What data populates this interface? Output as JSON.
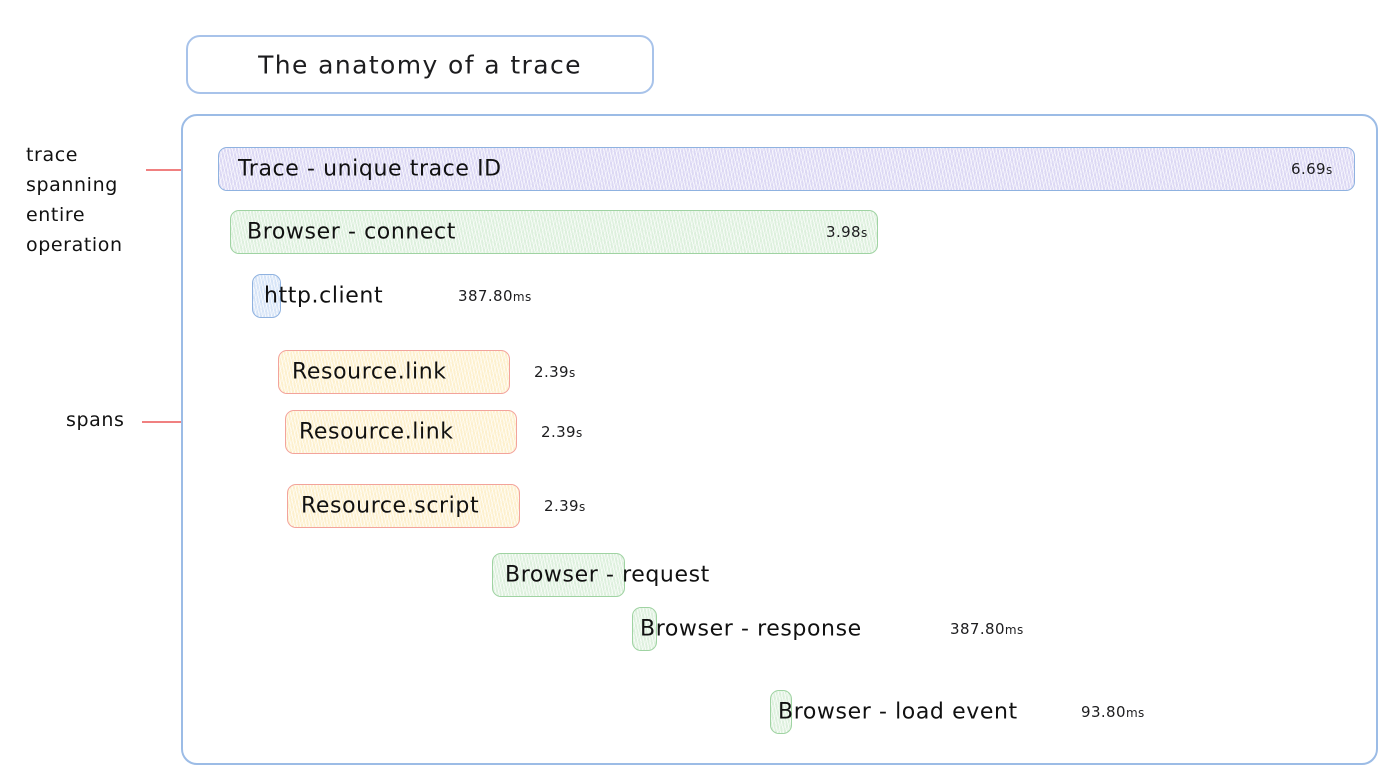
{
  "title": {
    "text": "The anatomy of a trace"
  },
  "annotations": [
    {
      "name": "trace-annotation",
      "text": "trace spanning entire operation",
      "lines": [
        "trace",
        "spanning",
        "entire",
        "operation"
      ]
    },
    {
      "name": "spans-annotation",
      "text": "spans",
      "lines": [
        "spans"
      ]
    }
  ],
  "colors": {
    "frame_border": "#9cbce6",
    "trace_fill": "#dcd8f4",
    "browser_fill": "#ddf0dd",
    "http_fill": "#d6e4f7",
    "resource_fill": "#fdf0cd",
    "resource_border": "#f3a39b",
    "annotation_line": "#f08080"
  },
  "spans": [
    {
      "label": "Trace - unique trace ID",
      "duration": "6.69",
      "unit": "s",
      "color": "purple",
      "depth": 0
    },
    {
      "label": "Browser - connect",
      "duration": "3.98",
      "unit": "s",
      "color": "green",
      "depth": 1
    },
    {
      "label": "http.client",
      "duration": "387.80",
      "unit": "ms",
      "color": "blue",
      "depth": 2
    },
    {
      "label": "Resource.link",
      "duration": "2.39",
      "unit": "s",
      "color": "cream",
      "depth": 3
    },
    {
      "label": "Resource.link",
      "duration": "2.39",
      "unit": "s",
      "color": "cream",
      "depth": 3
    },
    {
      "label": "Resource.script",
      "duration": "2.39",
      "unit": "s",
      "color": "cream",
      "depth": 3
    },
    {
      "label": "Browser - request",
      "duration": "",
      "unit": "",
      "color": "green",
      "depth": 4
    },
    {
      "label": "Browser - response",
      "duration": "387.80",
      "unit": "ms",
      "color": "green",
      "depth": 5
    },
    {
      "label": "Browser - load event",
      "duration": "93.80",
      "unit": "ms",
      "color": "green",
      "depth": 6
    }
  ]
}
